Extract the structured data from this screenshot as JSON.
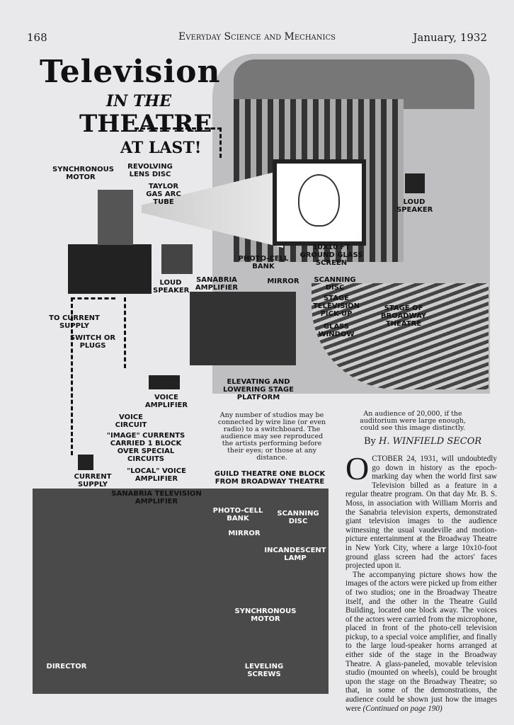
{
  "header": {
    "page_number": "168",
    "magazine": "Everyday Science and Mechanics",
    "date": "January, 1932"
  },
  "title": {
    "line1": "Television",
    "line2": "in the",
    "line3": "Theatre",
    "line4": "at last!"
  },
  "labels": {
    "synchronous_motor": "Synchronous Motor",
    "revolving_lens_disc": "Revolving Lens Disc",
    "taylor_gas_arc_tube": "Taylor Gas Arc Tube",
    "loud_speaker_right": "Loud Speaker",
    "screen": "10x10 ft Ground Glass Screen",
    "photo_cell_bank": "Photo-cell Bank",
    "sanabria_amplifier": "Sanabria Amplifier",
    "mirror": "Mirror",
    "scanning_disc": "Scanning Disc",
    "stage_pickup": "Stage Television Pick-up",
    "glass_window": "Glass Window",
    "stage_of_broadway": "Stage of Broadway Theatre",
    "loud_speaker_left": "Loud Speaker",
    "to_current_supply": "To Current Supply",
    "switch_or_plugs": "Switch or Plugs",
    "elevating_platform": "Elevating and Lowering Stage Platform",
    "voice_amplifier": "Voice Amplifier",
    "voice_circuit": "Voice Circuit",
    "image_currents": "\"Image\" currents carried 1 block over special circuits",
    "local_voice_amplifier": "\"Local\" voice amplifier",
    "current_supply": "Current Supply",
    "guild_theatre": "Guild Theatre one block from Broadway Theatre",
    "sanabria_tv_amplifier": "Sanabria Television Amplifier",
    "photo_cell_bank_2": "Photo-cell Bank",
    "mirror_2": "Mirror",
    "scanning_disc_2": "Scanning Disc",
    "incandescent_lamp": "Incandescent Lamp",
    "synchronous_motor_2": "Synchronous Motor",
    "leveling_screws": "Leveling Screws",
    "director": "Director"
  },
  "captions": {
    "studios": "Any number of studios may be connected by wire line (or even radio) to a switchboard. The audience may see reproduced the artists performing before their eyes; or those at any distance.",
    "audience": "An audience of 20,000, if the auditorium were large enough, could see this image distinctly."
  },
  "article": {
    "byline_prefix": "By",
    "author": "H. WINFIELD SECOR",
    "drop_cap": "O",
    "para1": "CTOBER 24, 1931, will undoubtedly go down in history as the epoch-marking day when the world first saw Television billed as a feature in a regular theatre program. On that day Mr. B. S. Moss, in association with William Morris and the Sanabria television experts, demonstrated giant television images to the audience witnessing the usual vaudeville and motion-picture entertainment at the Broadway Theatre in New York City, where a large 10x10-foot ground glass screen had the actors' faces projected upon it.",
    "para2": "The accompanying picture shows how the images of the actors were picked up from either of two studios; one in the Broadway Theatre itself, and the other in the Theatre Guild Building, located one block away. The voices of the actors were carried from the microphone, placed in front of the photo-cell television pickup, to a special voice amplifier, and finally to the large loud-speaker horns arranged at either side of the stage in the Broadway Theatre. A glass-paneled, movable television studio (mounted on wheels), could be brought upon the stage on the Broadway Theatre; so that, in some of the demonstrations, the audience could be shown just how the images were",
    "continued": "(Continued on page 190)"
  }
}
